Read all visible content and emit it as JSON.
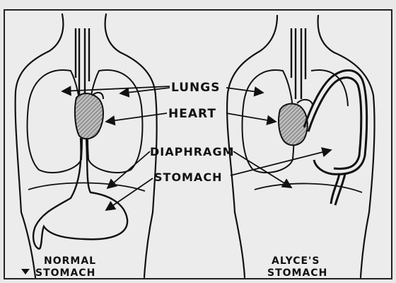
{
  "labels": {
    "lungs": "LUNGS",
    "heart": "HEART",
    "diaphragm": "DIAPHRAGM",
    "stomach": "STOMACH"
  },
  "captions": {
    "left_line1": "NORMAL",
    "left_line2": "STOMACH",
    "right_line1": "ALYCE'S",
    "right_line2": "STOMACH"
  },
  "colors": {
    "background": "#e9e9e9",
    "ink": "#111111",
    "shading": "#9a9a9a"
  }
}
